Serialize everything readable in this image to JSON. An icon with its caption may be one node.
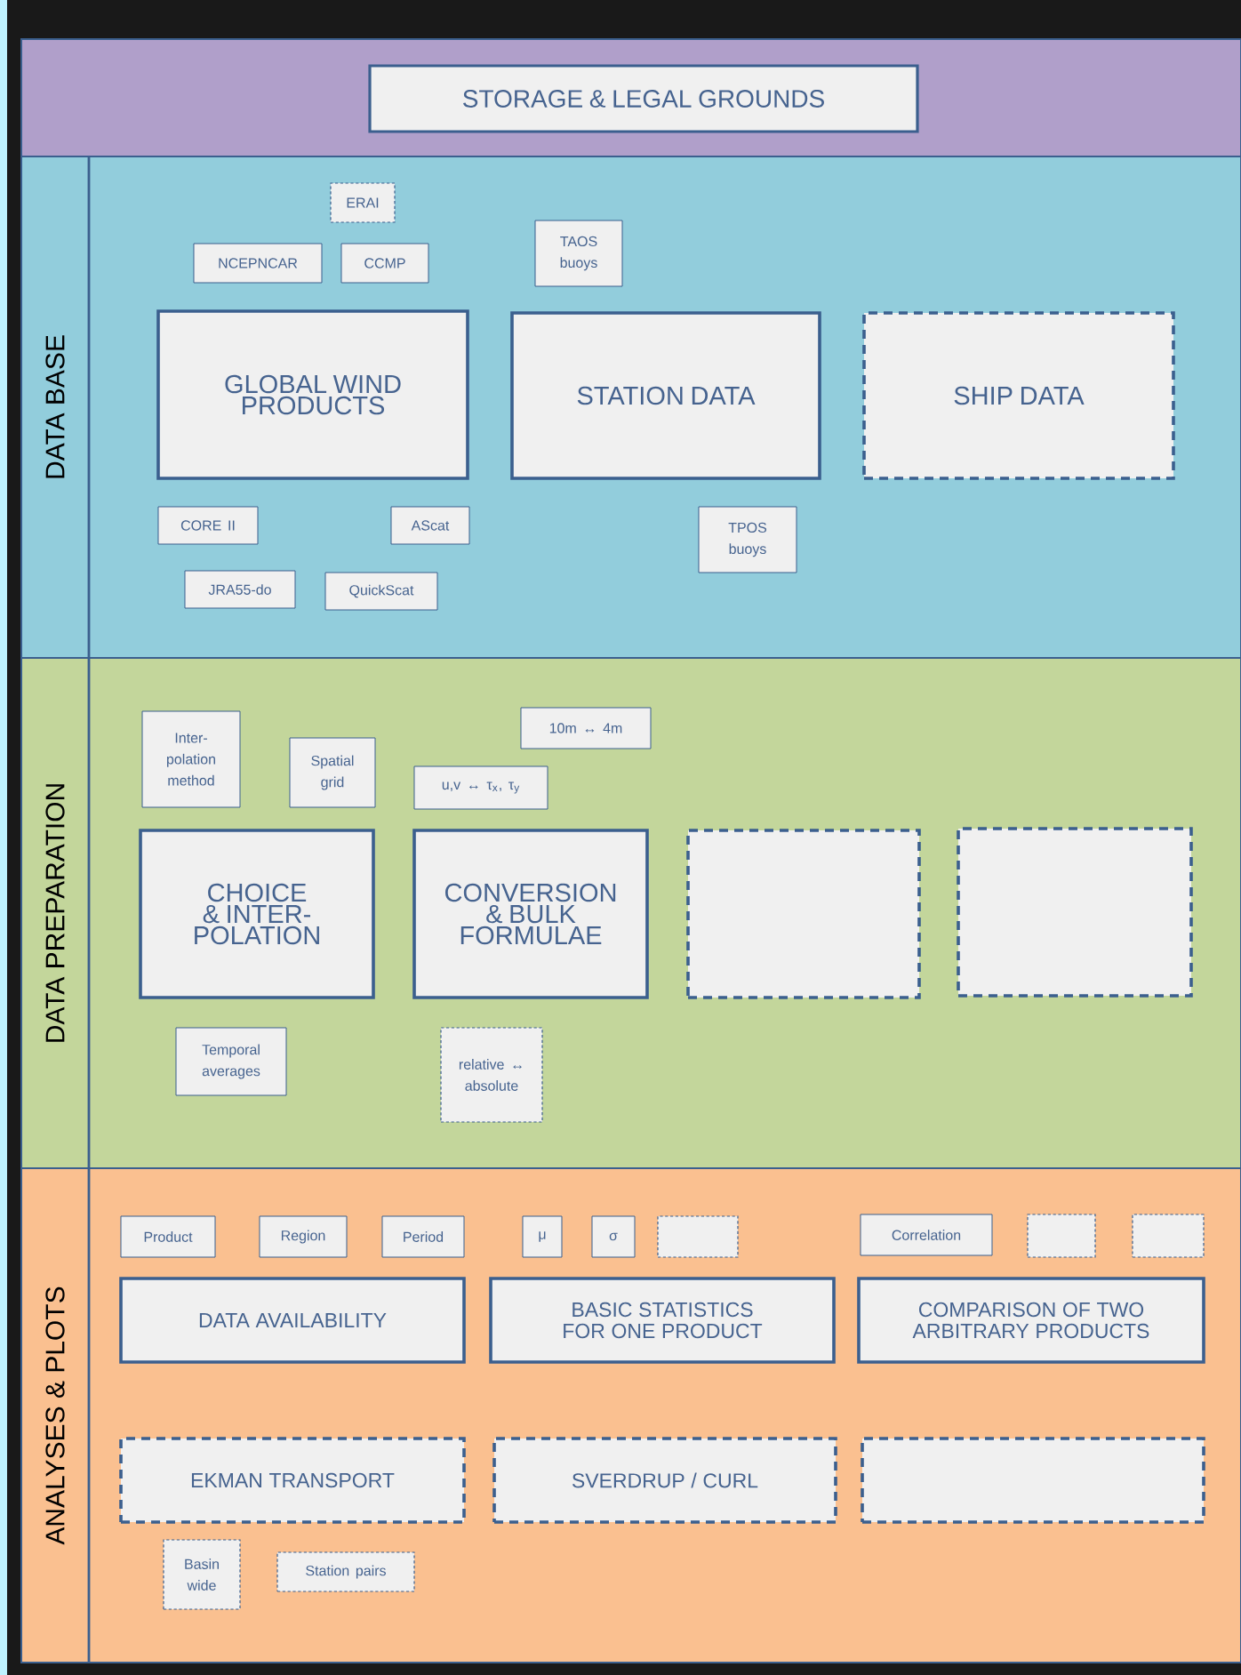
{
  "diagram": {
    "nodes": [
      {
        "text": [
          "STORAGE & LEGAL GROUNDS"
        ]
      },
      {
        "text": [
          "DATA BASE"
        ]
      },
      {
        "text": [
          "ERAI"
        ],
        "in": 1
      },
      {
        "text": [
          "NCEPNCAR"
        ],
        "in": 1
      },
      {
        "text": [
          "CCMP"
        ],
        "in": 1
      },
      {
        "text": [
          "TAOS buoys"
        ],
        "in": 1
      },
      {
        "text": [
          "GLOBAL WIND PRODUCTS"
        ],
        "in": 1
      },
      {
        "text": [
          "STATION DATA"
        ],
        "in": 1
      },
      {
        "text": [
          "SHIP DATA"
        ],
        "in": 1
      },
      {
        "text": [
          "CORE II"
        ],
        "in": 1
      },
      {
        "text": [
          "AScat"
        ],
        "in": 1
      },
      {
        "text": [
          "TPOS buoys"
        ],
        "in": 1
      },
      {
        "text": [
          "JRA55-do"
        ],
        "in": 1
      },
      {
        "text": [
          "QuickScat"
        ],
        "in": 1
      },
      {
        "text": [
          "DATA PREPARATION"
        ]
      },
      {
        "text": [
          "Inter-polation method"
        ],
        "in": 14
      },
      {
        "text": [
          "Spatial grid"
        ],
        "in": 14
      },
      {
        "text": [
          "10m ↔ 4m"
        ],
        "in": 14
      },
      {
        "text": [
          "u,v ↔ τ$_{x}$, τ$_{y}$"
        ],
        "in": 14
      },
      {
        "text": [
          "CHOICE & INTER-POLATION"
        ],
        "in": 14
      },
      {
        "text": [
          "CONVERSION & BULK FORMULAE"
        ],
        "in": 14
      },
      {
        "text": [],
        "shape": "box",
        "in": 14
      },
      {
        "text": [],
        "shape": "box",
        "in": 14
      },
      {
        "text": [
          "Temporal averages"
        ],
        "in": 14
      },
      {
        "text": [
          "relative ↔ absolute"
        ],
        "in": 14
      },
      {
        "text": [
          "ANALYSES & PLOTS"
        ]
      },
      {
        "text": [
          "Product"
        ],
        "in": 25
      },
      {
        "text": [
          "Region"
        ],
        "in": 25
      },
      {
        "text": [
          "Period"
        ],
        "in": 25
      },
      {
        "text": [
          "μ"
        ],
        "in": 25
      },
      {
        "text": [
          "σ"
        ],
        "in": 25
      },
      {
        "text": [],
        "shape": "box",
        "in": 25
      },
      {
        "text": [
          "Correlation"
        ],
        "in": 25
      },
      {
        "text": [],
        "shape": "box",
        "in": 25
      },
      {
        "text": [],
        "shape": "box",
        "in": 25
      },
      {
        "text": [
          "DATA AVAILABILITY"
        ],
        "in": 25
      },
      {
        "text": [
          "BASIC STATISTICS FOR ONE PRODUCT"
        ],
        "in": 25
      },
      {
        "text": [
          "COMPARISON OF TWO ARBITRARY PRODUCTS"
        ],
        "in": 25
      },
      {
        "text": [
          "EKMAN TRANSPORT"
        ],
        "in": 25
      },
      {
        "text": [
          "SVERDRUP / CURL"
        ],
        "in": 25
      },
      {
        "text": [],
        "shape": "box",
        "in": 25
      },
      {
        "text": [
          "Basin wide"
        ],
        "in": 25
      },
      {
        "text": [
          "Station pairs"
        ],
        "in": 25
      }
    ]
  }
}
